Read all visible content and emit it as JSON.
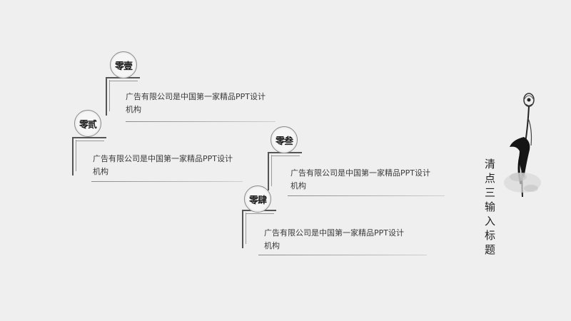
{
  "items": [
    {
      "badge": "零壹",
      "text": "广告有限公司是中国第一家精品PPT设计\n机构"
    },
    {
      "badge": "零贰",
      "text": "广告有限公司是中国第一家精品PPT设计\n机构"
    },
    {
      "badge": "零叁",
      "text": "广告有限公司是中国第一家精品PPT设计\n机构"
    },
    {
      "badge": "零肆",
      "text": "广告有限公司是中国第一家精品PPT设计\n机构"
    }
  ],
  "side_title": "清点三输入标题",
  "colors": {
    "background": "#efefef",
    "line": "#555555",
    "ink": "#1a1a1a"
  },
  "decoration_icon": "ink-lotus-flower-icon"
}
